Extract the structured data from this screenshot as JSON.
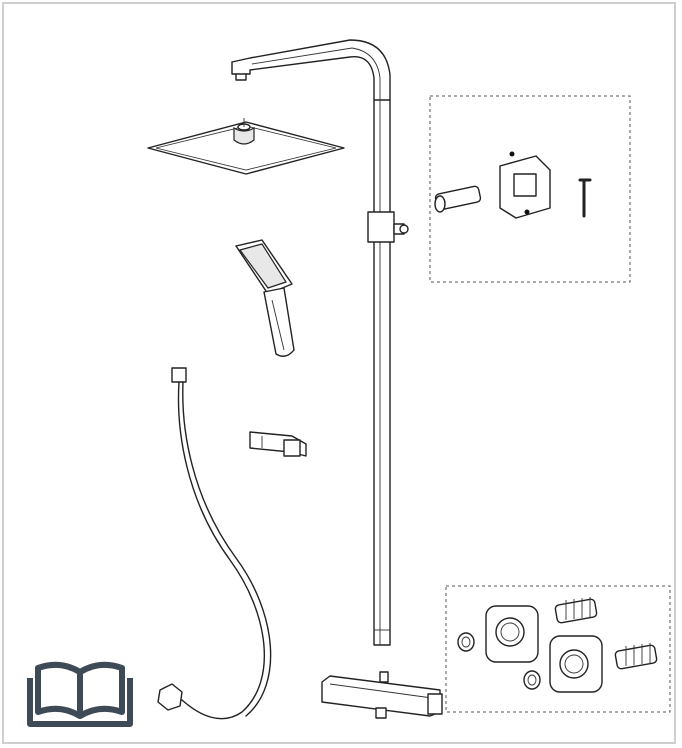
{
  "parts": [
    "overhead-shower-arm",
    "rain-shower-head",
    "riser-rail",
    "slide-bracket",
    "hand-shower",
    "hand-shower-holder",
    "shower-hose",
    "wall-connector-kit",
    "allen-key",
    "thermostatic-mixer-bar",
    "wall-mounting-kit"
  ],
  "icons": {
    "manual": "open-book-icon"
  },
  "colors": {
    "line": "#222222",
    "frame": "#cfcfcf",
    "background": "#ffffff"
  }
}
